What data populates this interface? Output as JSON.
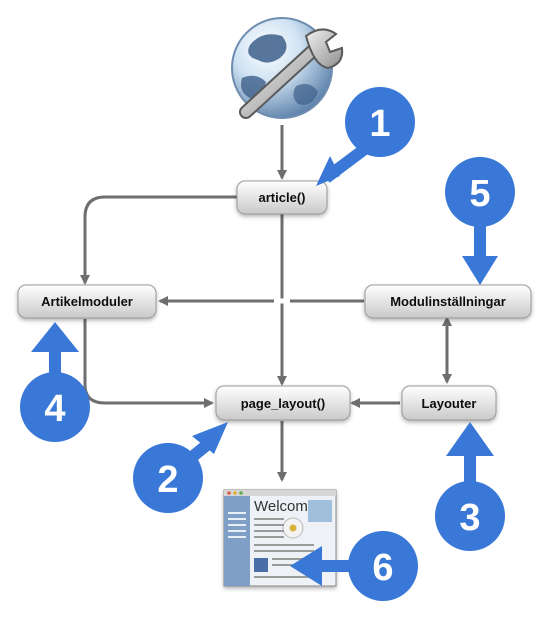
{
  "diagram": {
    "nodes": {
      "article": "article()",
      "artikelmoduler": "Artikelmoduler",
      "modulinstallningar": "Modulinställningar",
      "page_layout": "page_layout()",
      "layouter": "Layouter"
    },
    "badges": [
      "1",
      "2",
      "3",
      "4",
      "5",
      "6"
    ],
    "webpage_title": "Welcome"
  },
  "colors": {
    "badge": "#3a78d8",
    "arrow": "#6e6e6e",
    "node_fill_top": "#ffffff",
    "node_fill_bottom": "#c8c8c8"
  },
  "icons": [
    "globe-wrench-icon",
    "webpage-thumbnail-icon"
  ]
}
